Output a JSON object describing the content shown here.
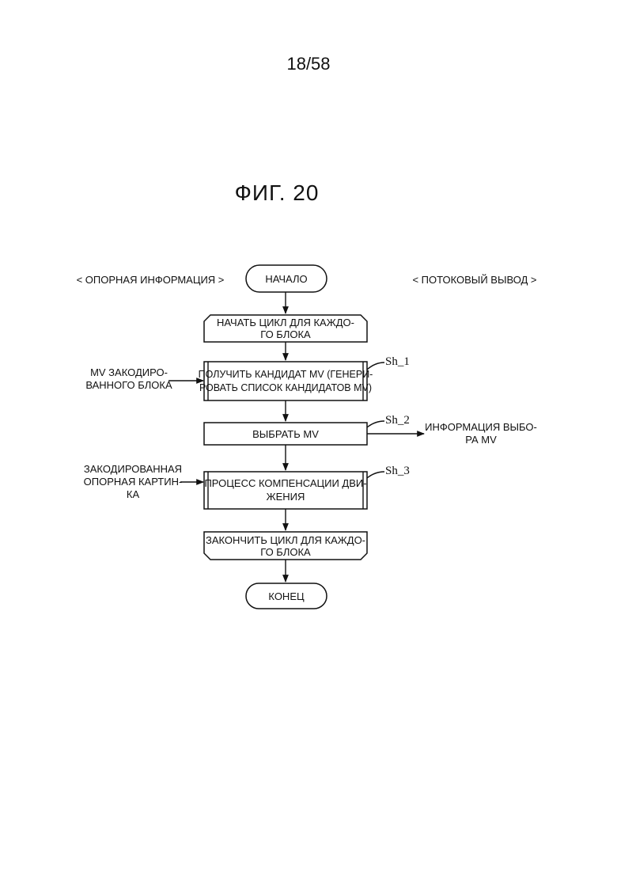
{
  "page_number": "18/58",
  "figure_title": "ФИГ. 20",
  "column_headers": {
    "left": "< ОПОРНАЯ ИНФОРМАЦИЯ >",
    "right": "< ПОТОКОВЫЙ ВЫВОД >"
  },
  "nodes": {
    "start": "НАЧАЛО",
    "loop_start": [
      "НАЧАТЬ ЦИКЛ ДЛЯ КАЖДО-",
      "ГО БЛОКА"
    ],
    "get_candidates": [
      "ПОЛУЧИТЬ КАНДИДАТ MV (ГЕНЕРИ-",
      "РОВАТЬ СПИСОК КАНДИДАТОВ MV)"
    ],
    "select_mv": "ВЫБРАТЬ MV",
    "motion_comp": [
      "ПРОЦЕСС КОМПЕНСАЦИИ ДВИ-",
      "ЖЕНИЯ"
    ],
    "loop_end": [
      "ЗАКОНЧИТЬ ЦИКЛ ДЛЯ КАЖДО-",
      "ГО БЛОКА"
    ],
    "end": "КОНЕЦ"
  },
  "step_refs": {
    "sh1": "Sh_1",
    "sh2": "Sh_2",
    "sh3": "Sh_3"
  },
  "inputs": {
    "encoded_block_mv": [
      "MV ЗАКОДИРО-",
      "ВАННОГО БЛОКА"
    ],
    "encoded_ref_picture": [
      "ЗАКОДИРОВАННАЯ",
      "ОПОРНАЯ КАРТИН-",
      "КА"
    ]
  },
  "outputs": {
    "mv_selection_info": [
      "ИНФОРМАЦИЯ ВЫБО-",
      "РА MV"
    ]
  }
}
